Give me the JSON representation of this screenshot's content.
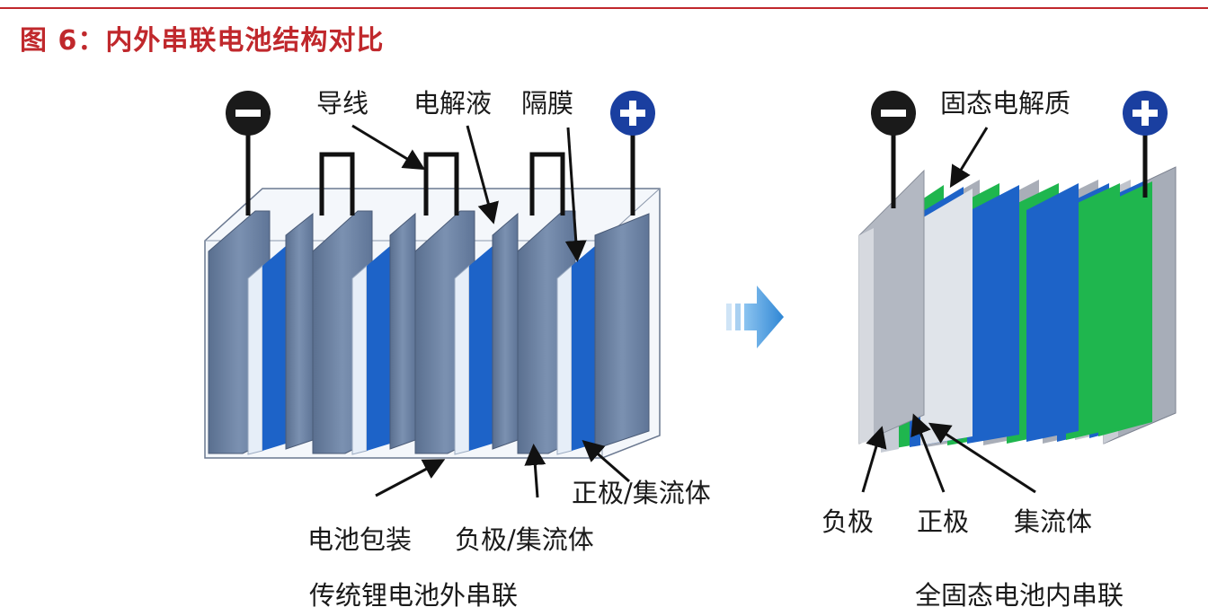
{
  "title": {
    "prefix": "图 6：",
    "text": "内外串联电池结构对比"
  },
  "left_diagram": {
    "labels": {
      "wire": "导线",
      "electrolyte": "电解液",
      "separator": "隔膜",
      "cathode_collector": "正极/集流体",
      "packaging": "电池包装",
      "anode_collector": "负极/集流体"
    },
    "caption": "传统锂电池外串联"
  },
  "right_diagram": {
    "labels": {
      "solid_electrolyte": "固态电解质",
      "anode": "负极",
      "cathode": "正极",
      "collector": "集流体"
    },
    "caption": "全固态电池内串联"
  },
  "terminals": {
    "negative": "−",
    "positive": "+"
  },
  "colors": {
    "title_red": "#c0282c",
    "slab_blue_gray": "#6f86a7",
    "electrode_blue": "#1d63c8",
    "separator_light": "#e6eef8",
    "solid_electrolyte_green": "#1fb64e",
    "arrow_blue": "#3f9ae0",
    "terminal_negative": "#1a1a1a",
    "terminal_positive": "#1a3fa0"
  }
}
